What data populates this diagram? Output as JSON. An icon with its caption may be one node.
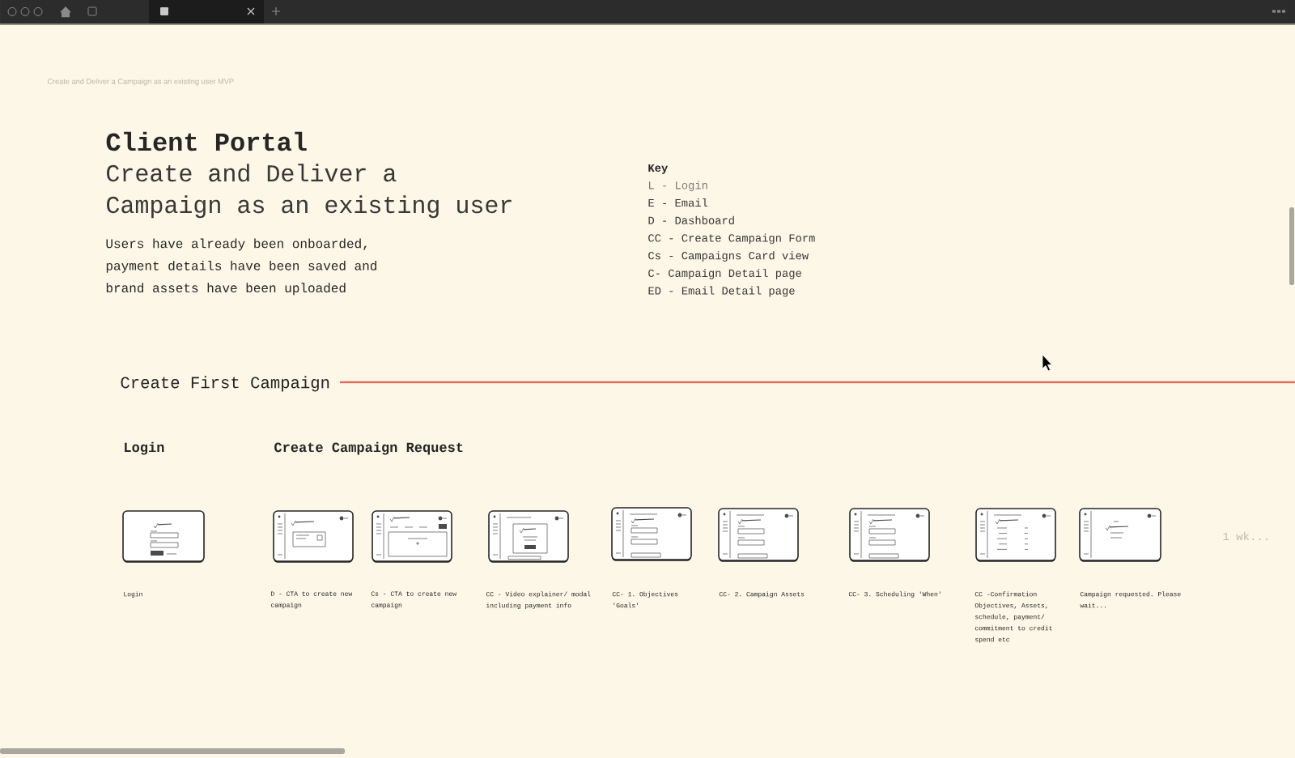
{
  "diagram": {
    "title": "Client Portal",
    "labels": [
      "Create and Deliver a Campaign as an existing user MVP",
      "Create and Deliver a Campaign as an existing user",
      "Users have already been onboarded, payment details have been saved and brand assets have been uploaded",
      "Key",
      "L - Login",
      "E - Email",
      "D - Dashboard",
      "CC - Create Campaign Form",
      "Cs - Campaigns Card view",
      "C- Campaign Detail page",
      "ED - Email Detail page",
      "Create First Campaign",
      "Login",
      "Create Campaign Request",
      "1 wk...",
      "Login",
      "D - CTA to create new campaign",
      "Cs - CTA to create new campaign",
      "CC - Video explainer/ modal including payment info",
      "CC- 1. Objectives 'Goals'",
      "CC- 2. Campaign Assets",
      "CC- 3. Scheduling 'When'",
      "CC -Confirmation Objectives, Assets, schedule, payment/ commitment to credit spend etc",
      "Campaign requested. Please wait..."
    ]
  }
}
